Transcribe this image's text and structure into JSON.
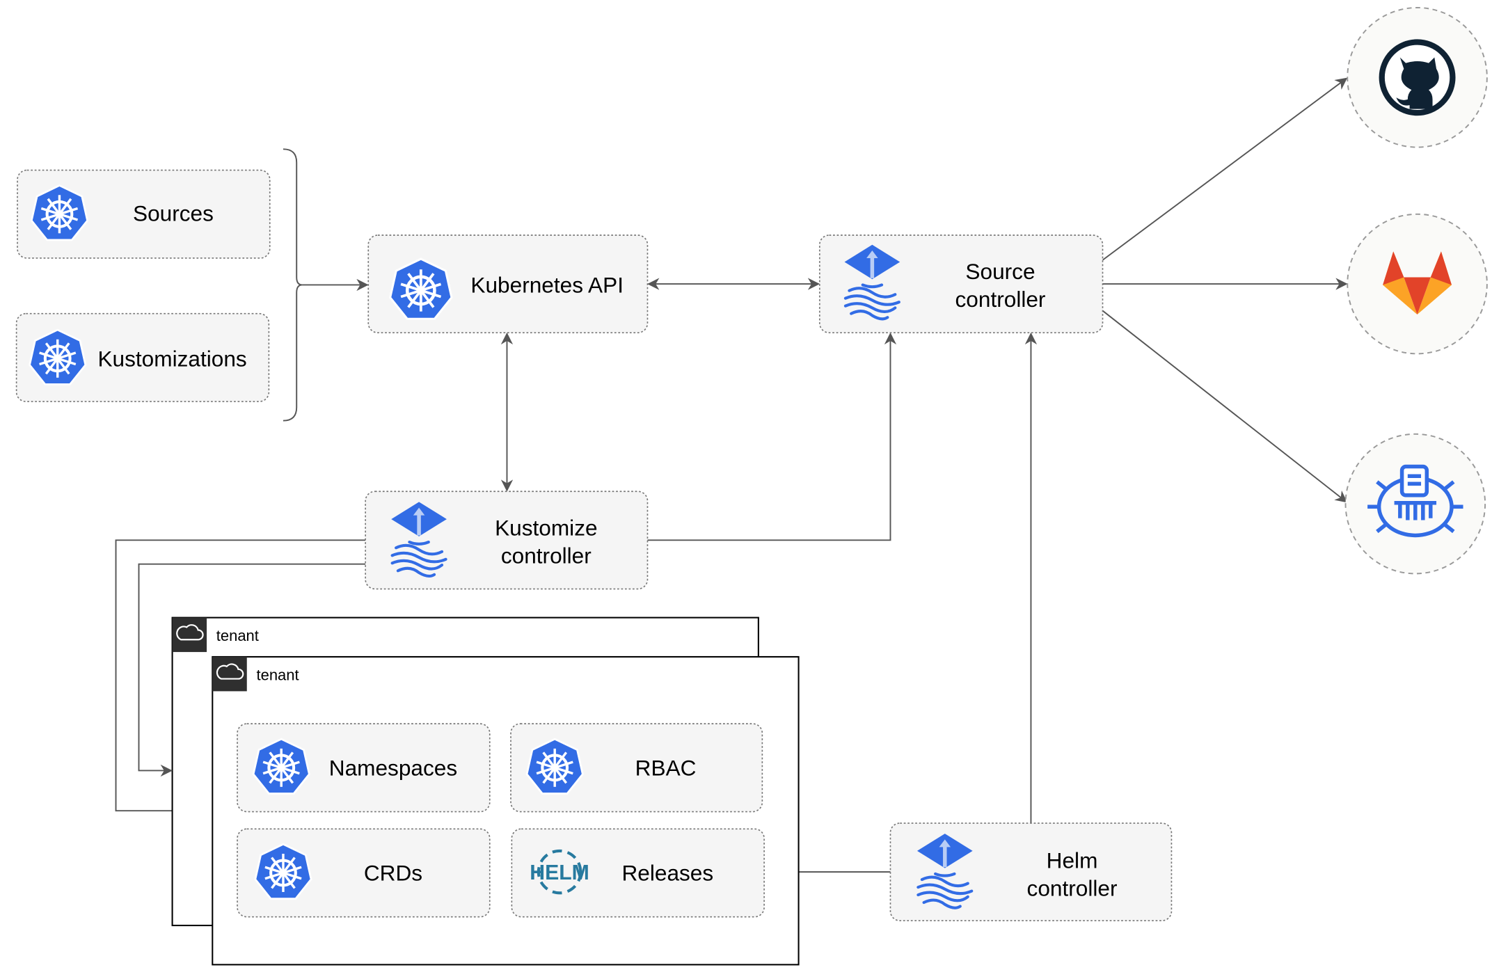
{
  "nodes": {
    "sources": "Sources",
    "kustomizations": "Kustomizations",
    "kubernetes_api": "Kubernetes API",
    "source_controller": [
      "Source",
      "controller"
    ],
    "kustomize_controller": [
      "Kustomize",
      "controller"
    ],
    "helm_controller": [
      "Helm",
      "controller"
    ],
    "namespaces": "Namespaces",
    "rbac": "RBAC",
    "crds": "CRDs",
    "releases": "Releases",
    "helm_logo": "HELM"
  },
  "tenants": [
    "tenant",
    "tenant"
  ],
  "external_sources": [
    "github-icon",
    "gitlab-icon",
    "bucket-icon"
  ],
  "colors": {
    "k8s_blue": "#326ce5",
    "github": "#0f2233",
    "gitlab_orange": "#e24329",
    "gitlab_yellow": "#fca326",
    "helm": "#277a9f"
  }
}
